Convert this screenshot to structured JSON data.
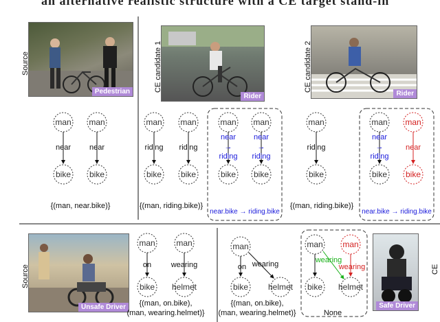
{
  "header_fragment": "an alternative realistic structure with a CE target stand-in",
  "labels": {
    "source": "Source",
    "ce1": "CE candidate 1",
    "ce2": "CE candidate 2",
    "ce": "CE"
  },
  "photo_labels": {
    "pedestrian": "Pedestrian",
    "rider1": "Rider",
    "rider2": "Rider",
    "unsafe": "Unsafe Driver",
    "safe": "Safe Driver"
  },
  "nodes": {
    "man": "man",
    "bike": "bike",
    "helmet": "helmet"
  },
  "edges": {
    "near": "near",
    "riding": "riding",
    "on": "on",
    "wearing": "wearing"
  },
  "captions": {
    "top1": "{(man, near.bike)}",
    "top2": "{(man, riding.bike)}",
    "top3": "{(man, riding.bike)}",
    "top_box1": "near.bike → riding.bike",
    "top_box2": "near.bike → riding.bike",
    "bot1_line1": "{(man, on.bike),",
    "bot1_line2": "(man, wearing.helmet)}",
    "bot2_line1": "{(man, on.bike),",
    "bot2_line2": "(man, wearing.helmet)}",
    "none": "None"
  },
  "colors": {
    "blue": "#1a1adb",
    "red": "#d42020",
    "green": "#18b018",
    "black": "#111111",
    "tag": "#b08ad8"
  }
}
